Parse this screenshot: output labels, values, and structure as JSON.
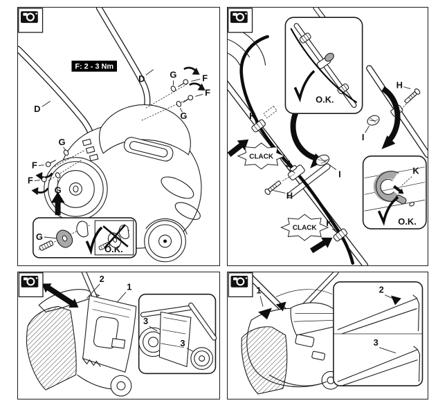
{
  "colors": {
    "background": "#ffffff",
    "line": "#1a1a1a",
    "badge_bg": "#000000",
    "badge_text": "#ffffff",
    "gray_part": "#a8a8a8"
  },
  "corner_icon": "camera-icon",
  "panel1": {
    "torque_badge": "F: 2 - 3 Nm",
    "label_d": "D",
    "label_f": "F",
    "label_g": "G",
    "ok": "O.K."
  },
  "panel2": {
    "label_h": "H",
    "label_i": "I",
    "label_j": "J",
    "label_k": "K",
    "clack": "CLACK",
    "ok": "O.K."
  },
  "panel3": {
    "label_1": "1",
    "label_2": "2",
    "label_3": "3"
  },
  "panel4": {
    "label_1": "1",
    "label_2": "2",
    "label_3": "3"
  }
}
